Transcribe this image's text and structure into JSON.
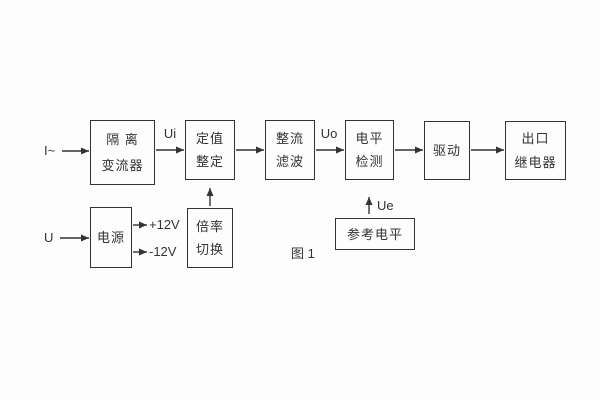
{
  "colors": {
    "line": "#333333",
    "background": "#fdfdfd"
  },
  "caption": "图 1",
  "inputs": {
    "current": "I~",
    "voltage": "U"
  },
  "signals": {
    "ui": "Ui",
    "uo": "Uo",
    "ue": "Ue",
    "plus12": "+12V",
    "minus12": "-12V"
  },
  "blocks": {
    "isolation": {
      "line1": "隔 离",
      "line2": "变流器"
    },
    "setting": {
      "line1": "定值",
      "line2": "整定"
    },
    "rectifier": {
      "line1": "整流",
      "line2": "滤波"
    },
    "level": {
      "line1": "电平",
      "line2": "检测"
    },
    "drive": {
      "label": "驱动"
    },
    "output_relay": {
      "line1": "出口",
      "line2": "继电器"
    },
    "power": {
      "label": "电源"
    },
    "ratio": {
      "line1": "倍率",
      "line2": "切换"
    },
    "reference": {
      "label": "参考电平"
    }
  }
}
